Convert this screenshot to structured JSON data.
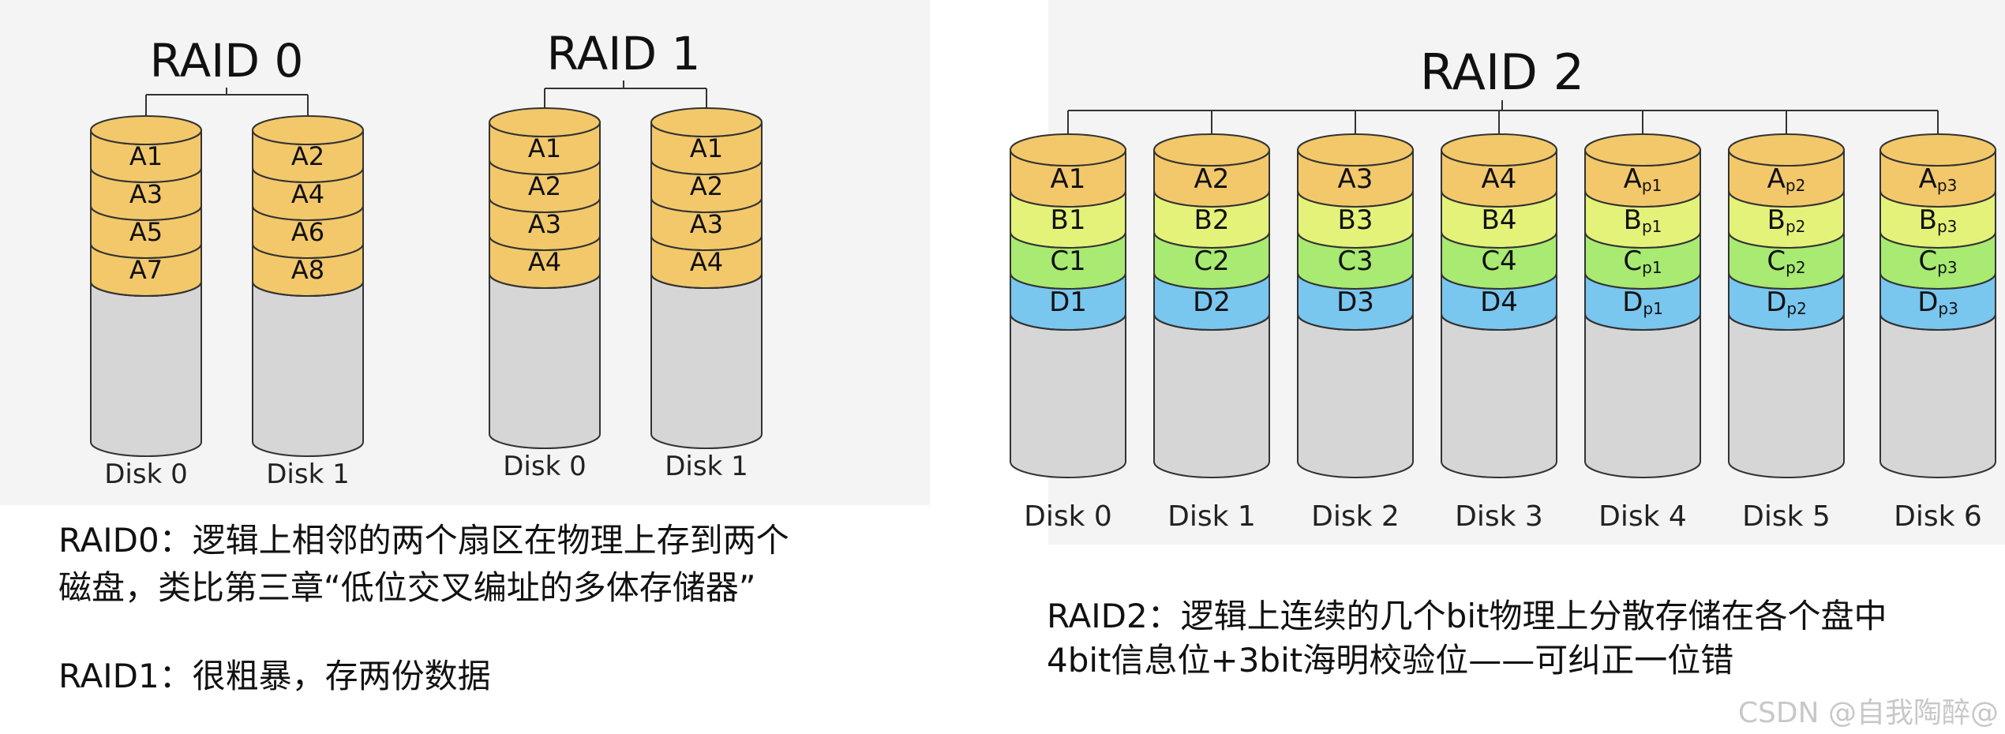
{
  "diagrams": [
    {
      "title": "RAID 0",
      "disks": [
        {
          "label": "Disk 0",
          "blocks": [
            "A1",
            "A3",
            "A5",
            "A7"
          ]
        },
        {
          "label": "Disk 1",
          "blocks": [
            "A2",
            "A4",
            "A6",
            "A8"
          ]
        }
      ]
    },
    {
      "title": "RAID 1",
      "disks": [
        {
          "label": "Disk 0",
          "blocks": [
            "A1",
            "A2",
            "A3",
            "A4"
          ]
        },
        {
          "label": "Disk 1",
          "blocks": [
            "A1",
            "A2",
            "A3",
            "A4"
          ]
        }
      ]
    },
    {
      "title": "RAID 2",
      "disks": [
        {
          "label": "Disk 0",
          "blocks": [
            "A1",
            "B1",
            "C1",
            "D1"
          ]
        },
        {
          "label": "Disk 1",
          "blocks": [
            "A2",
            "B2",
            "C2",
            "D2"
          ]
        },
        {
          "label": "Disk 2",
          "blocks": [
            "A3",
            "B3",
            "C3",
            "D3"
          ]
        },
        {
          "label": "Disk 3",
          "blocks": [
            "A4",
            "B4",
            "C4",
            "D4"
          ]
        },
        {
          "label": "Disk 4",
          "blocks": [
            {
              "base": "A",
              "sub": "p1"
            },
            {
              "base": "B",
              "sub": "p1"
            },
            {
              "base": "C",
              "sub": "p1"
            },
            {
              "base": "D",
              "sub": "p1"
            }
          ]
        },
        {
          "label": "Disk 5",
          "blocks": [
            {
              "base": "A",
              "sub": "p2"
            },
            {
              "base": "B",
              "sub": "p2"
            },
            {
              "base": "C",
              "sub": "p2"
            },
            {
              "base": "D",
              "sub": "p2"
            }
          ]
        },
        {
          "label": "Disk 6",
          "blocks": [
            {
              "base": "A",
              "sub": "p3"
            },
            {
              "base": "B",
              "sub": "p3"
            },
            {
              "base": "C",
              "sub": "p3"
            },
            {
              "base": "D",
              "sub": "p3"
            }
          ]
        }
      ]
    }
  ],
  "colors": {
    "panel_bg": "#f4f4f4",
    "disk_body": "#d6d6d6",
    "orange": "#f2c86b",
    "yellow": "#e5f27a",
    "green": "#a8ea72",
    "blue": "#79c6ef",
    "stroke": "#333333"
  },
  "captions": {
    "raid0_line1": "RAID0：逻辑上相邻的两个扇区在物理上存到两个",
    "raid0_line2": "磁盘，类比第三章“低位交叉编址的多体存储器”",
    "raid1_line": "RAID1：很粗暴，存两份数据",
    "raid2_line1": "RAID2：逻辑上连续的几个bit物理上分散存储在各个盘中",
    "raid2_line2": "4bit信息位+3bit海明校验位——可纠正一位错"
  },
  "watermark": "CSDN @自我陶醉@"
}
